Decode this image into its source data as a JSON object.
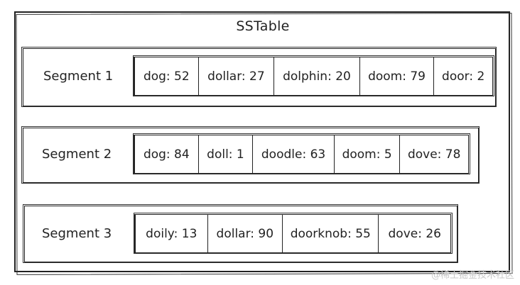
{
  "title": "SSTable",
  "segments": [
    {
      "label": "Segment 1",
      "cells": [
        "dog: 52",
        "dollar: 27",
        "dolphin: 20",
        "doom: 79",
        "door: 2"
      ]
    },
    {
      "label": "Segment 2",
      "cells": [
        "dog: 84",
        "doll: 1",
        "doodle: 63",
        "doom: 5",
        "dove: 78"
      ]
    },
    {
      "label": "Segment 3",
      "cells": [
        "doily: 13",
        "dollar: 90",
        "doorknob: 55",
        "dove: 26"
      ]
    }
  ],
  "watermark": "@稀土掘金技术社区"
}
